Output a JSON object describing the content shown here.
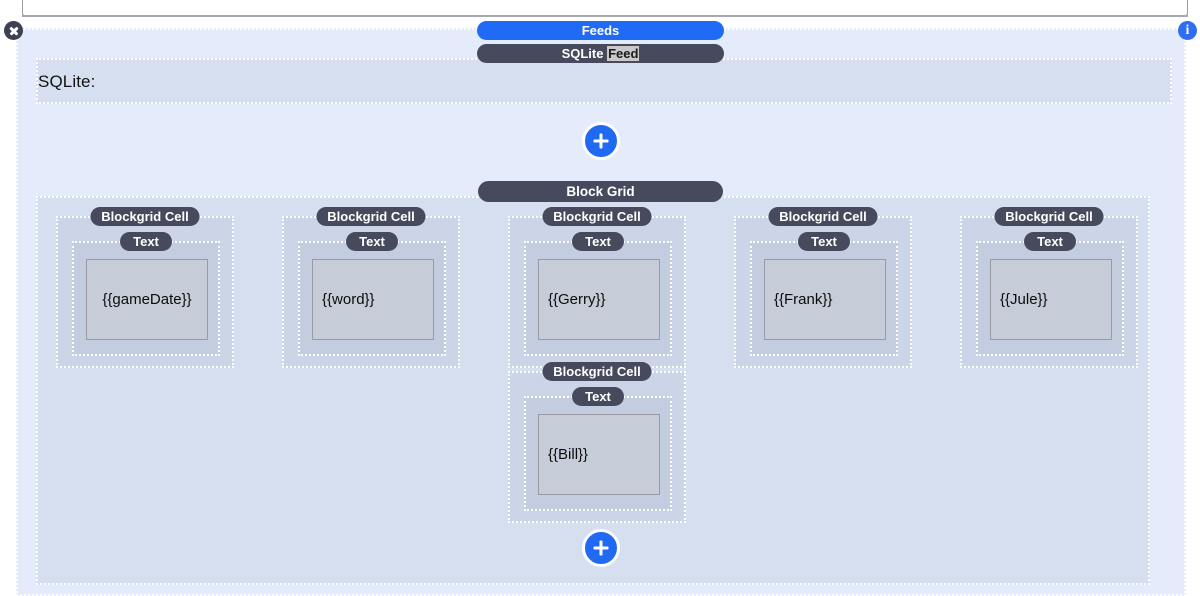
{
  "top_bar": {
    "input_value": "",
    "input_placeholder": ""
  },
  "corner_icons": {
    "close_label": "",
    "info_label": "i"
  },
  "feeds": {
    "badge_label": "Feeds",
    "accent_color": "#1f6bf5"
  },
  "sqlite_feed": {
    "badge_prefix": "SQLite ",
    "badge_selected": "Feed",
    "panel_label": "SQLite:"
  },
  "block_grid": {
    "badge_label": "Block Grid",
    "add_button_top": "+",
    "add_button_bottom": "+",
    "cell_badge_label": "Blockgrid Cell",
    "text_badge_label": "Text",
    "cells": [
      {
        "id": "cell-gamedate",
        "value": "{{gameDate}}",
        "align": "center"
      },
      {
        "id": "cell-word",
        "value": "{{word}}",
        "align": "left"
      },
      {
        "id": "cell-gerry",
        "value": "{{Gerry}}",
        "align": "left"
      },
      {
        "id": "cell-frank",
        "value": "{{Frank}}",
        "align": "left"
      },
      {
        "id": "cell-jule",
        "value": "{{Jule}}",
        "align": "left"
      },
      {
        "id": "cell-bill",
        "value": "{{Bill}}",
        "align": "left"
      }
    ]
  },
  "colors": {
    "feeds_bg": "#e4ecfb",
    "panel_bg": "#d6dfef",
    "cell_bg": "#ccd5e8",
    "text_block_bg": "#c4cddf",
    "text_box_bg": "#c6ccd8",
    "pill_bg": "#474a5c",
    "blue": "#2069f3"
  }
}
